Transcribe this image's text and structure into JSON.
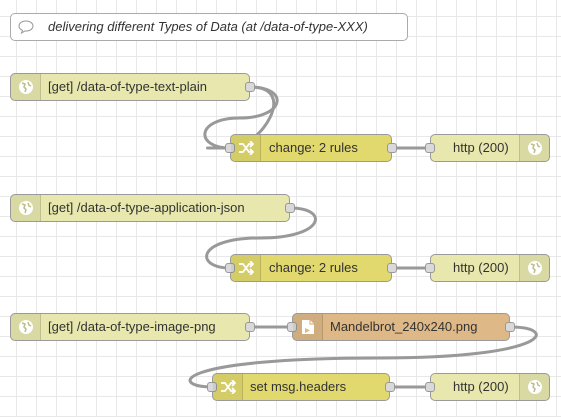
{
  "comment": {
    "text": "delivering different Types of Data (at /data-of-type-XXX)"
  },
  "flows": [
    {
      "http_in": "[get] /data-of-type-text-plain",
      "change": "change: 2 rules",
      "http_response": "http (200)"
    },
    {
      "http_in": "[get] /data-of-type-application-json",
      "change": "change: 2 rules",
      "http_response": "http (200)"
    },
    {
      "http_in": "[get] /data-of-type-image-png",
      "file": "Mandelbrot_240x240.png",
      "change": "set msg.headers",
      "http_response": "http (200)"
    }
  ],
  "icons": {
    "http_in": "globe-icon",
    "change": "shuffle-icon",
    "http_response": "globe-icon",
    "file": "file-icon",
    "comment": "comment-icon"
  },
  "colors": {
    "http_node": "#e7e7ae",
    "change_node": "#e2d96e",
    "file_node": "#deb887",
    "wire": "#999999",
    "port": "#d9d9d9"
  }
}
